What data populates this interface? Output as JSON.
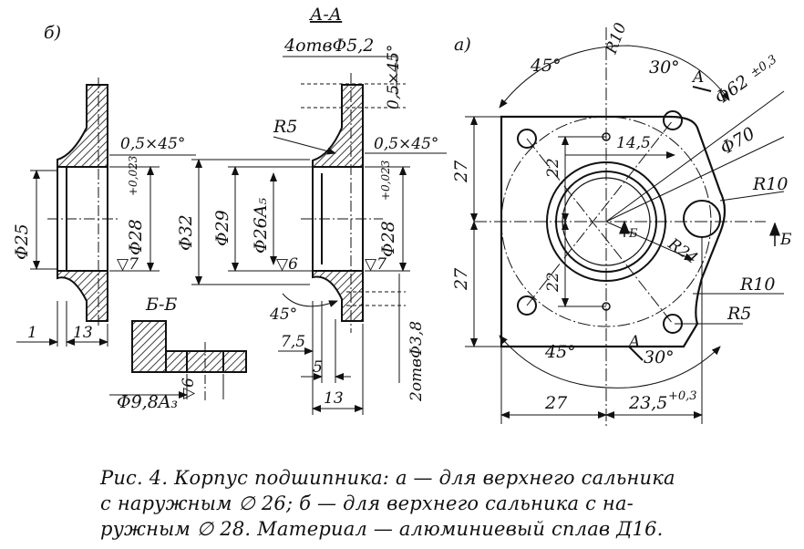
{
  "view_labels": {
    "a": "а)",
    "b": "б)",
    "section_aa": "А-А",
    "section_bb": "Б-Б"
  },
  "drawing_b": {
    "chamfer": "0,5×45°",
    "dia_25": "Φ25",
    "dia_28": "Φ28",
    "tol_28": "+0,023",
    "roughness": "▽7",
    "dim_1": "1",
    "dim_13": "13"
  },
  "section_aa": {
    "holes_top": "4отвΦ5,2",
    "radius": "R5",
    "chamfer_top": "0,5×45°",
    "chamfer_bottom": "0,5×45°",
    "dia_32": "Φ32",
    "dia_29": "Φ29",
    "dia_26": "Φ26A₅",
    "roughness_6": "▽6",
    "dia_28": "Φ28",
    "tol_28": "+0,023",
    "roughness_7": "▽7",
    "angle": "45°",
    "dim_7_5": "7,5",
    "dim_5": "5",
    "dim_13": "13",
    "holes_bottom": "2отвΦ3,8"
  },
  "section_bb": {
    "dia": "Φ9,8A₃",
    "roughness": "▽6"
  },
  "view_a": {
    "angle_45_top": "45°",
    "angle_30_top": "30°",
    "angle_45_bottom": "45°",
    "angle_30_bottom": "30°",
    "r10_top": "R10",
    "r10_right": "R10",
    "r10_lower": "R10",
    "r5": "R5",
    "r24": "R24",
    "dia_62": "Φ62",
    "tol_62": "±0,3",
    "dia_70": "Φ70",
    "dim_14_5": "14,5",
    "dim_22_top": "22",
    "dim_22_bottom": "22",
    "dim_27_top": "27",
    "dim_27_bottom": "27",
    "dim_27_width": "27",
    "dim_23_5": "23,5",
    "tol_23_5": "+0,3",
    "section_a_top": "A",
    "section_a_bottom": "A",
    "section_b": "Б",
    "section_b_small": "Б"
  },
  "caption": {
    "line1": "Рис. 4. Корпус подшипника: а — для верхнего сальника",
    "line2": "с наружным ∅ 26; б — для верхнего сальника с на-",
    "line3": "ружным ∅ 28. Материал — алюминиевый сплав Д16."
  }
}
